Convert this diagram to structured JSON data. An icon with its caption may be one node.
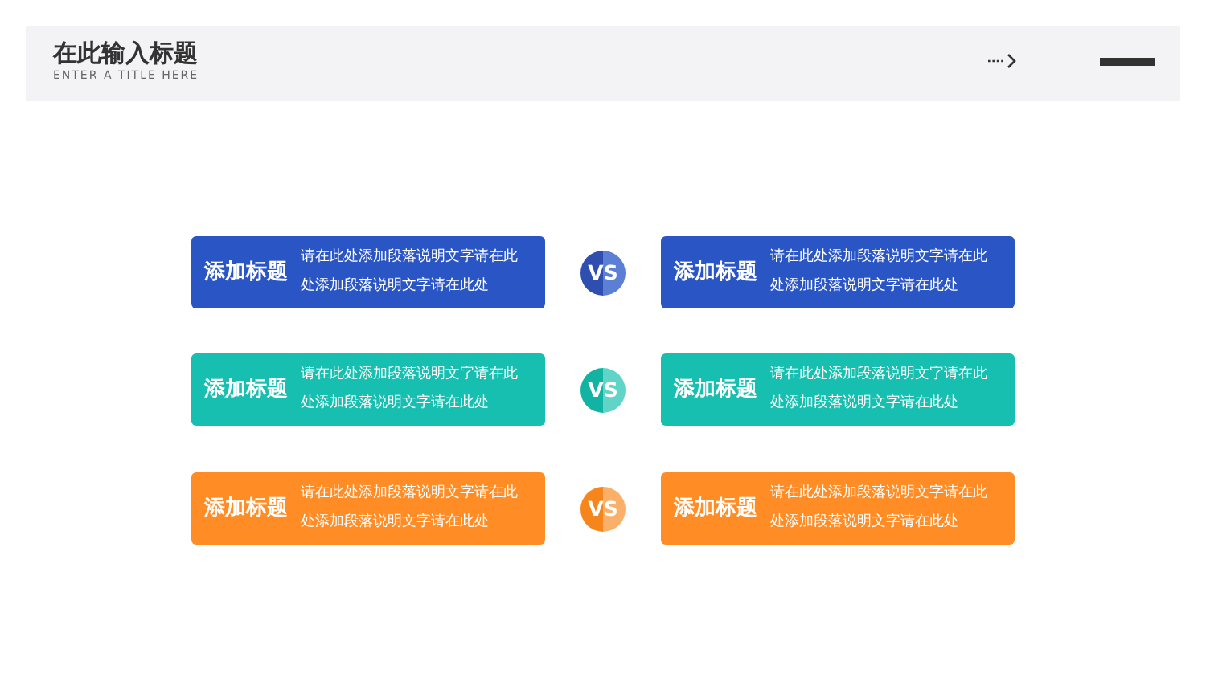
{
  "diagram": {
    "title": "在此输入标题",
    "nodes": [
      {
        "text": [
          "添加标题",
          "请在此处添加段落说明文字请在此处添加段落说明文字请在此处"
        ]
      },
      {
        "text": [
          "VS"
        ]
      },
      {
        "text": [
          "添加标题",
          "请在此处添加段落说明文字请在此处添加段落说明文字请在此处"
        ]
      },
      {
        "text": [
          "添加标题",
          "请在此处添加段落说明文字请在此处添加段落说明文字请在此处"
        ]
      },
      {
        "text": [
          "VS"
        ]
      },
      {
        "text": [
          "添加标题",
          "请在此处添加段落说明文字请在此处添加段落说明文字请在此处"
        ]
      },
      {
        "text": [
          "添加标题",
          "请在此处添加段落说明文字请在此处添加段落说明文字请在此处"
        ]
      },
      {
        "text": [
          "VS"
        ]
      },
      {
        "text": [
          "添加标题",
          "请在此处添加段落说明文字请在此处添加段落说明文字请在此处"
        ]
      }
    ],
    "labels": [
      "ENTER A TITLE HERE"
    ]
  }
}
